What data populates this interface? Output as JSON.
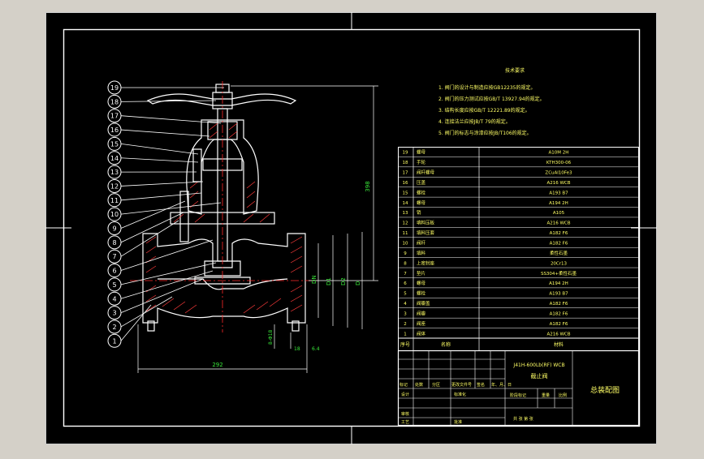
{
  "colors": {
    "background": "#000000",
    "frame": "#ffffff",
    "outline": "#ffffff",
    "hatch": "#ff3b3b",
    "centerline": "#ff2a2a",
    "dimension": "#ffffff",
    "text_green": "#39e639",
    "text_yellow": "#ffff66",
    "balloon": "#ffffff"
  },
  "balloons": [
    "19",
    "18",
    "17",
    "16",
    "15",
    "14",
    "13",
    "12",
    "11",
    "10",
    "9",
    "8",
    "7",
    "6",
    "5",
    "4",
    "3",
    "2",
    "1"
  ],
  "tech_requirements": {
    "title": "技术要求",
    "items": [
      "1. 阀门的设计与制造应按GB12235的规定。",
      "2. 阀门的压力测试应按GB/T 13927.94的规定。",
      "3. 结构长度应按GB/T 12221.89的规定。",
      "4. 连接法兰应按JB/T 79的规定。",
      "5. 阀门的标志与涂漆应按JB/T106的规定。"
    ]
  },
  "dimensions": {
    "overall_length": "292",
    "height": "398",
    "side_dims": [
      "DN",
      "D1",
      "D2",
      "D"
    ],
    "bottom_left": "8-Φ18",
    "bottom_mid": "18",
    "bottom_right": "6.4"
  },
  "bom": {
    "rows": [
      {
        "no": "19",
        "name": "螺母",
        "material": "A10M 2H"
      },
      {
        "no": "18",
        "name": "手轮",
        "material": "KTH300-06"
      },
      {
        "no": "17",
        "name": "阀杆螺母",
        "material": "ZCuAl10Fe3"
      },
      {
        "no": "16",
        "name": "压盖",
        "material": "A216 WCB"
      },
      {
        "no": "15",
        "name": "螺栓",
        "material": "A193 B7"
      },
      {
        "no": "14",
        "name": "螺母",
        "material": "A194 2H"
      },
      {
        "no": "13",
        "name": "销",
        "material": "A105"
      },
      {
        "no": "12",
        "name": "填料压板",
        "material": "A216 WCB"
      },
      {
        "no": "11",
        "name": "填料压套",
        "material": "A182 F6"
      },
      {
        "no": "10",
        "name": "阀杆",
        "material": "A182 F6"
      },
      {
        "no": "9",
        "name": "填料",
        "material": "柔性石墨"
      },
      {
        "no": "8",
        "name": "上密封座",
        "material": "20Cr13"
      },
      {
        "no": "7",
        "name": "垫片",
        "material": "SS304+柔性石墨"
      },
      {
        "no": "6",
        "name": "螺母",
        "material": "A194 2H"
      },
      {
        "no": "5",
        "name": "螺栓",
        "material": "A193 B7"
      },
      {
        "no": "4",
        "name": "阀瓣盖",
        "material": "A182 F6"
      },
      {
        "no": "3",
        "name": "阀瓣",
        "material": "A182 F6"
      },
      {
        "no": "2",
        "name": "阀座",
        "material": "A182 F6"
      },
      {
        "no": "1",
        "name": "阀体",
        "material": "A216 WCB"
      }
    ],
    "header": {
      "no": "序号",
      "name": "名称",
      "material": "材料"
    }
  },
  "title_block": {
    "model": "J41H-600Lb(RF) WCB",
    "product": "截止阀",
    "drawing_title": "总装配图",
    "labels_row": [
      "标记",
      "处数",
      "分区",
      "更改文件号",
      "签名",
      "年、月、日"
    ],
    "design": "设计",
    "standard": "标准化",
    "review": "审核",
    "process": "工艺",
    "approve": "批准",
    "stage": "阶段标记",
    "weight": "重量",
    "ratio": "比例",
    "sheet": "共    张    第    张"
  }
}
